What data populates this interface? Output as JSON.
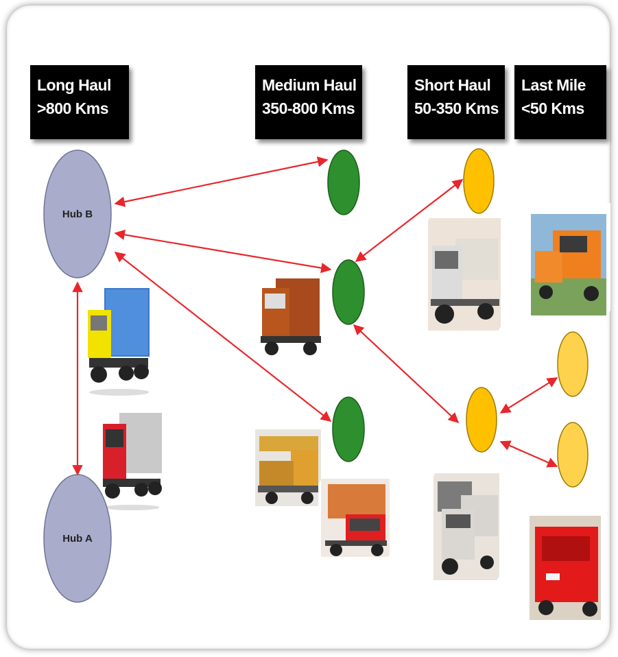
{
  "headers": [
    {
      "line1": "Long Haul",
      "line2": ">800 Kms"
    },
    {
      "line1": "Medium  Haul",
      "line2": "350-800 Kms"
    },
    {
      "line1": "Short  Haul",
      "line2": "50-350 Kms"
    },
    {
      "line1": "Last Mile",
      "line2": "<50 Kms"
    }
  ],
  "hubs": [
    {
      "label": "Hub B"
    },
    {
      "label": "Hub A"
    }
  ],
  "colors": {
    "hub_fill": "#a9accb",
    "medium_node": "#2d8f2d",
    "short_node": "#ffc000",
    "last_mile_node": "#ffd24d",
    "arrow": "#e8262b",
    "header_bg": "#000000"
  },
  "images": [
    {
      "icon": "yellow-container-truck-icon"
    },
    {
      "icon": "red-container-truck-icon"
    },
    {
      "icon": "orange-cargo-truck-icon"
    },
    {
      "icon": "open-cargo-truck-icon"
    },
    {
      "icon": "orange-lorry-icon"
    },
    {
      "icon": "pickup-truck-icon"
    },
    {
      "icon": "white-minitruck-icon"
    },
    {
      "icon": "orange-three-wheeler-icon"
    },
    {
      "icon": "red-cart-icon"
    }
  ]
}
